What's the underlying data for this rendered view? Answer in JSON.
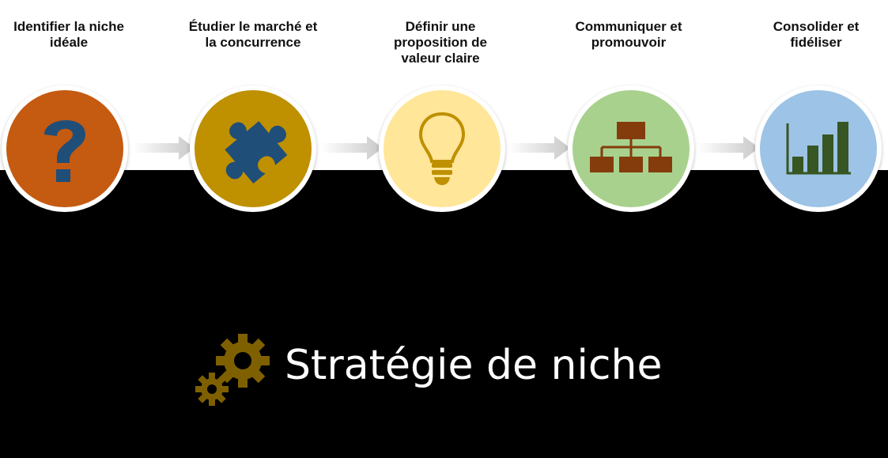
{
  "steps": [
    {
      "label": "Identifier la niche idéale",
      "color": "#c55a11",
      "icon": "question-mark-icon"
    },
    {
      "label": "Étudier le marché et la concurrence",
      "color": "#bf9000",
      "icon": "puzzle-piece-icon"
    },
    {
      "label": "Définir une proposition de valeur claire",
      "color": "#ffe699",
      "icon": "light-bulb-icon"
    },
    {
      "label": "Communiquer et promouvoir",
      "color": "#a9d18e",
      "icon": "org-chart-icon"
    },
    {
      "label": "Consolider et fidéliser",
      "color": "#9dc3e6",
      "icon": "bar-chart-icon"
    }
  ],
  "title": "Stratégie de niche",
  "colors": {
    "background": "#000000",
    "band": "#ffffff",
    "gear": "#7f6000",
    "question_mark": "#1f4e79",
    "puzzle": "#1f4e79",
    "bulb": "#bf9000",
    "org_chart": "#843c0c",
    "bars": "#375623",
    "arrow": "#d9d9d9"
  }
}
